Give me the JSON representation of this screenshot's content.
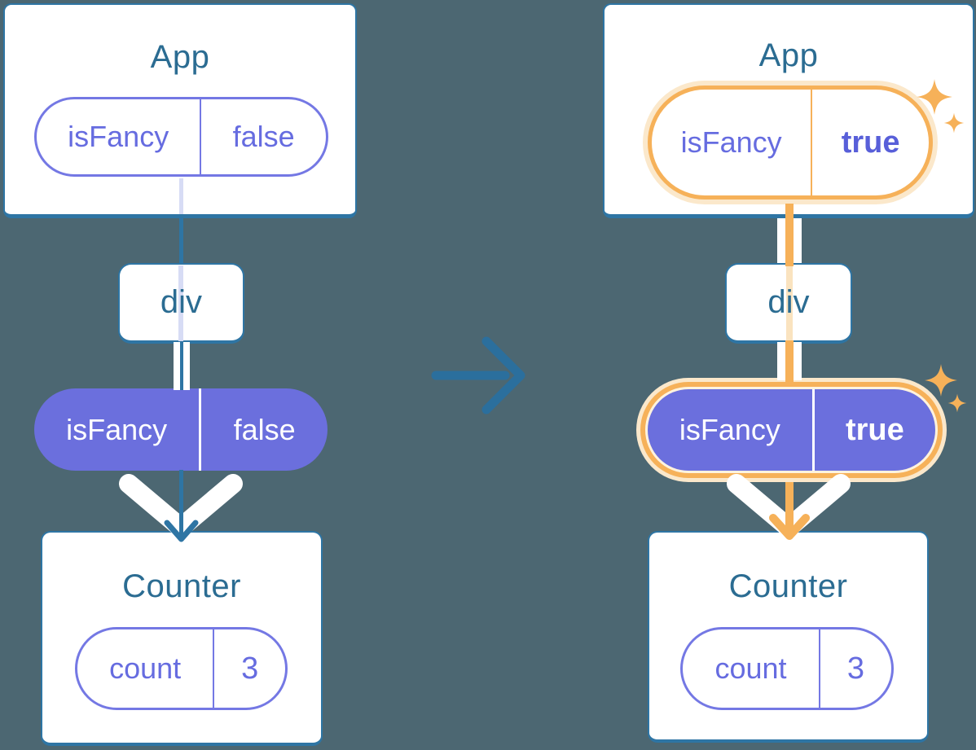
{
  "diagram_title": "component-tree-state-before-after",
  "colors": {
    "background": "#4C6772",
    "card_border_blue": "#2E75A4",
    "title_text_blue": "#2B6C92",
    "pill_purple_fill": "#6B6FDD",
    "pill_purple_text": "#666CE0",
    "prop_line_lavender": "#D7DCF5",
    "highlight_orange": "#F6B159",
    "highlight_orange_pale": "#FBE8CB",
    "white": "#FFFFFF"
  },
  "before": {
    "app": {
      "title": "App",
      "state": {
        "key": "isFancy",
        "value": "false"
      }
    },
    "container": {
      "label": "div"
    },
    "prop": {
      "key": "isFancy",
      "value": "false"
    },
    "counter": {
      "title": "Counter",
      "state": {
        "key": "count",
        "value": "3"
      }
    }
  },
  "after": {
    "app": {
      "title": "App",
      "state": {
        "key": "isFancy",
        "value": "true"
      }
    },
    "container": {
      "label": "div"
    },
    "prop": {
      "key": "isFancy",
      "value": "true"
    },
    "counter": {
      "title": "Counter",
      "state": {
        "key": "count",
        "value": "3"
      }
    }
  },
  "icons": {
    "transition_arrow": "right-arrow",
    "down_arrow": "thick-white-down-chevron",
    "sparkle": "four-point-star"
  }
}
